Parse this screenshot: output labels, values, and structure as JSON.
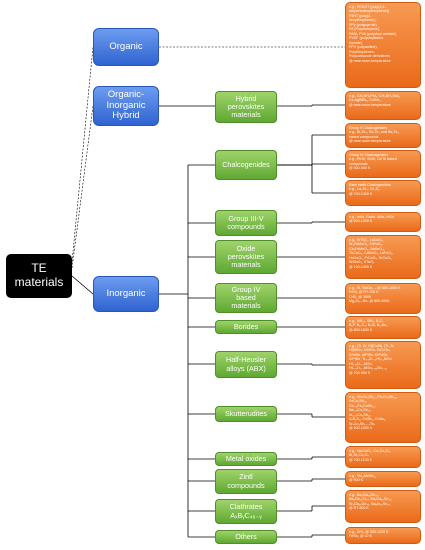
{
  "root": {
    "label": "TE\nmaterials"
  },
  "categories": {
    "organic": {
      "label": "Organic"
    },
    "hybrid": {
      "label": "Organic-\nInorganic\nHybrid"
    },
    "inorganic": {
      "label": "Inorganic"
    }
  },
  "subcategories": {
    "hybrid_perovskites": {
      "label": "Hybrid\nperovskites\nmaterials"
    },
    "chalcogenides": {
      "label": "Chalcogenides"
    },
    "group_3_5": {
      "label": "Group III-V\ncompounds"
    },
    "oxide_perovskites": {
      "label": "Oxide\nperovskites\nmaterials"
    },
    "group_4": {
      "label": "Group IV\nbased\nmaterials"
    },
    "borides": {
      "label": "Borides"
    },
    "half_heusler": {
      "label": "Half-Heusler\nalloys (ABX)"
    },
    "skutterudites": {
      "label": "Skutterudites"
    },
    "metal_oxides": {
      "label": "Metal oxides"
    },
    "zintl": {
      "label": "Zintl\ncompounds"
    },
    "clathrates": {
      "label": "Clathrates\nAₓBᵧC₄₆₋ᵧ"
    },
    "others": {
      "label": "Others"
    }
  },
  "details": {
    "organic": "e.g., PEDOT (poly(3,4-\nethylenedioxythiophene)),\nP3HT (poly(3-\nhexylthiophene)),\nPPy (polypyrrole),\nPA (Polyacetylene),\nPANI, PVA (polyvinyl acetate),\nPVDF (polyvinylidene\nfluoride),\nPPV (polyaniline),\nPolythiophenes,\nPolycarbazole derivatives\n@ near-room-temperature",
    "hybrid_perovskites": "e.g., CH₃NH₃PbI₃, CH₃NH₃SnI₃,\nCs₂AgBiBr₆, CsSnI₃\n@ near-room-temperature",
    "chalco_v": "Group V Chalcogenides\ne.g., Bi₂Te₃, Sb₂Te₃ and Sb₂Te₃\nbased compounds\n@ near-room-temperature",
    "chalco_iv": "Group IV Chalcogenides\ne.g., PbTe, SnTe, GeTe based\ncompounds\n@ 500-900 K",
    "chalco_re": "Rare earth Chalcogenides\ne.g., La₃Te₄, Ce₃S₄\n@ 700-1300 K",
    "group_3_5": "e.g., InAs, GaAs, AlAs, InSb\n@ 600-1200 K",
    "oxide_perovskites": "e.g., SrTiO₃, LaCoO₃,\nSr₂FeMoO₆, SrRuO₃,\nCa₃FeMnO₆, BaSnO₃,\nTbCoO₃, CaMnO₃, LaFeO₃,\nHoCoO₃, PrCoO₃, SrCoO₃,\nSrMnO₃, KTaO₃\n@ 100-1400 K",
    "group_4": "e.g., Si, SixGe₁₋ₓ @ 600-1000 K\nFeSi₂ @ RT-700 K\nCrSi₂ @ 300K\nMg₂Si₁₋ₓSnₓ @ 600-900K",
    "borides": "e.g., AlB₁₂, SiB₆, B₄C,\nB₆P, B₁₂C₃, B₆Si, B₁₂As₂\n@ 800-1800 K",
    "half_heusler": "e.g., (Ti, Zr, Hf)CoSb, (Ti, Zr,\nHf)NiSn, ZrNiSn, TaCoSn,\nZrNiSn, MPtSn, ErPdSb,\nZrPtSn, Ti₀.₅Zr₀.₅Hf₀.₅NiSn,\nHf₀.₆Zr₀.₄NiSn,\nHf₀.₆Zr₀.₄NiSn₀.₉₈Sb₀.₀₂\n@ 700-950 K",
    "skutterudites": "e.g., YbₓCo₄Sb₁₂, FeₓCo₄Sb₁₂,\nFeCo₃Sb₁₂,\nCe₀.₉Fe₃CoSb₁₂,\nBa₀.₃Co₄Sb₁₂,\nIn₀.₂₅Co₄Sb₁₂,\nAₓB₄X₁₂ CoSb₃, CoAs₃,\nSrₓCo₄Sb₁₂₋ₓTeₓ\n@ 600-1000 K",
    "metal_oxides": "e.g., NaₓCoO₂, Ca₃Co₄O₉,\nBi₂Sr₂Co₂O₉\n@ 700-1100 K",
    "zintl": "e.g., Yb₁₄MnSb₁₁\n@ 900 K",
    "clathrates": "e.g., Ba₈Ga₁₆Ge₃₀,\nBa₈Ga₁₆Si₃₀, Ba₈Ga₁₆Sn₃₀,\nSr₈Ga₁₆Ge₃₀, Ba₈In₁₆Sn₃₀\n@ RT-900 K",
    "others": "e.g., ZrS₂ @ 300-1200 K\nFeSb₂ @ 10 K"
  },
  "colors": {
    "root": "#000000",
    "category": "#3a6fd8",
    "subcategory": "#6fb23f",
    "detail": "#f07a2a",
    "connector": "#000000"
  }
}
